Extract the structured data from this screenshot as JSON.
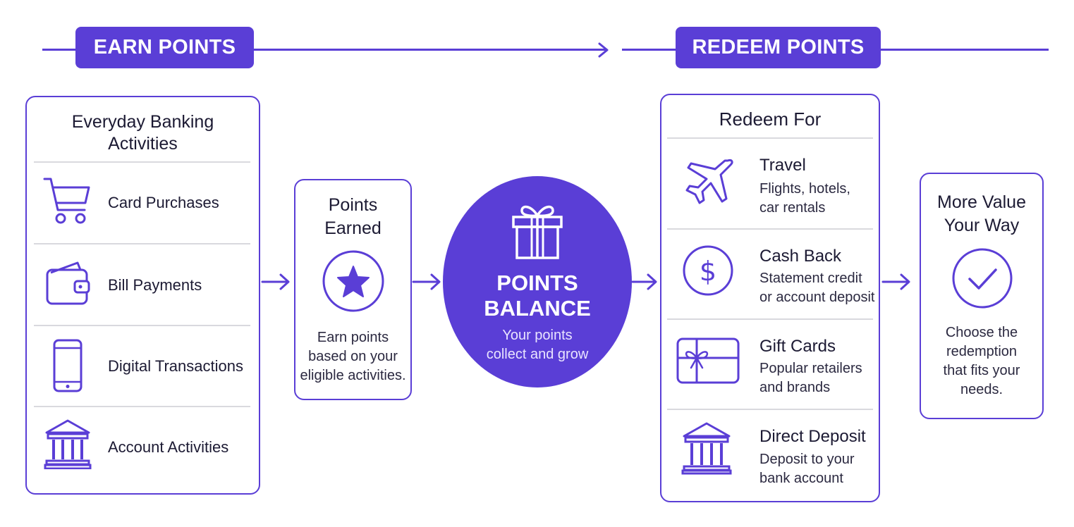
{
  "colors": {
    "accent": "#5a3ed6",
    "text": "#1c1a33",
    "divider": "#d9d9de"
  },
  "banner": {
    "earn_label": "EARN POINTS",
    "redeem_label": "REDEEM POINTS"
  },
  "activities": {
    "title_line1": "Everyday Banking",
    "title_line2": "Activities",
    "items": [
      {
        "label": "Card Purchases",
        "icon": "shopping-cart-icon"
      },
      {
        "label": "Bill Payments",
        "icon": "wallet-icon"
      },
      {
        "label": "Digital Transactions",
        "icon": "smartphone-icon"
      },
      {
        "label": "Account Activities",
        "icon": "bank-icon"
      }
    ]
  },
  "earned": {
    "title_line1": "Points",
    "title_line2": "Earned",
    "icon": "star-icon",
    "desc_line1": "Earn points",
    "desc_line2": "based on your",
    "desc_line3": "eligible activities."
  },
  "balance": {
    "icon": "gift-icon",
    "title_line1": "POINTS",
    "title_line2": "BALANCE",
    "sub_line1": "Your points",
    "sub_line2": "collect and grow"
  },
  "redeem": {
    "title": "Redeem For",
    "items": [
      {
        "title": "Travel",
        "desc_line1": "Flights, hotels,",
        "desc_line2": "car rentals",
        "icon": "airplane-icon"
      },
      {
        "title": "Cash Back",
        "desc_line1": "Statement credit",
        "desc_line2": "or account deposit",
        "icon": "dollar-coin-icon"
      },
      {
        "title": "Gift Cards",
        "desc_line1": "Popular retailers",
        "desc_line2": "and brands",
        "icon": "gift-card-icon"
      },
      {
        "title": "Direct Deposit",
        "desc_line1": "Deposit to your",
        "desc_line2": "bank account",
        "icon": "bank-icon"
      }
    ]
  },
  "value": {
    "title_line1": "More Value",
    "title_line2": "Your Way",
    "icon": "checkmark-icon",
    "desc_line1": "Choose the",
    "desc_line2": "redemption",
    "desc_line3": "that fits your",
    "desc_line4": "needs."
  }
}
